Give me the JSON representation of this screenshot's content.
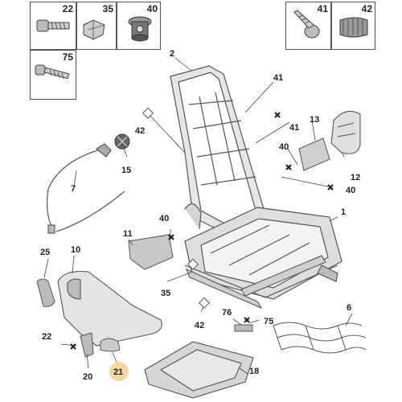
{
  "inset_boxes": [
    {
      "id": "22",
      "label": "22"
    },
    {
      "id": "35",
      "label": "35"
    },
    {
      "id": "40",
      "label": "40"
    },
    {
      "id": "75",
      "label": "75"
    },
    {
      "id": "41",
      "label": "41"
    },
    {
      "id": "42",
      "label": "42"
    }
  ],
  "callouts": {
    "c2": "2",
    "c41a": "41",
    "c42a": "42",
    "c41b": "41",
    "c13": "13",
    "c40a": "40",
    "c12": "12",
    "c40b": "40",
    "c15": "15",
    "c7": "7",
    "c1": "1",
    "c40c": "40",
    "c11": "11",
    "c25": "25",
    "c10": "10",
    "c35": "35",
    "c42b": "42",
    "c76": "76",
    "c75": "75",
    "c6": "6",
    "c22": "22",
    "c20": "20",
    "c21": "21",
    "c18": "18"
  },
  "colors": {
    "line": "#555555",
    "part": "#d9d9d9",
    "part_dark": "#9a9a9a",
    "highlight": "#f3d9a0"
  }
}
